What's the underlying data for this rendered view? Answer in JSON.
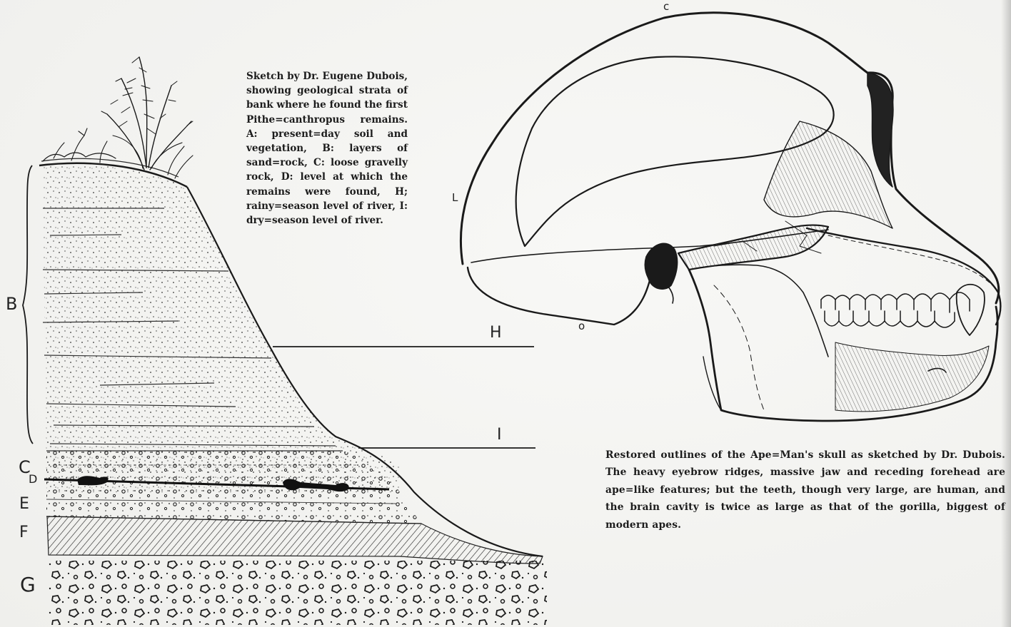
{
  "strata_caption": "Sketch by Dr. Eugene Dubois, showing geological strata of bank where he found the first Pithe=canthropus remains. A: present=day soil and vegetation, B: layers of sand=rock, C: loose gravelly rock, D: level at which the remains were found, H; rainy=season level of river, I: dry=season level of river.",
  "skull_caption": "Restored outlines of the Ape=Man's skull as sketched by Dr. Dubois. The heavy eyebrow ridges, massive jaw and receding forehead are ape=like features; but the teeth, though very large, are human, and the brain cavity is twice as large as that of the gorilla, biggest of modern apes.",
  "strata_labels": {
    "b": "B",
    "c": "C",
    "d": "D",
    "e": "E",
    "f": "F",
    "g": "G",
    "h": "H",
    "i": "I"
  },
  "skull_labels": {
    "c": "c",
    "l": "L",
    "o": "o"
  },
  "colors": {
    "ink": "#1a1a1a",
    "paper": "#f5f5f3"
  }
}
